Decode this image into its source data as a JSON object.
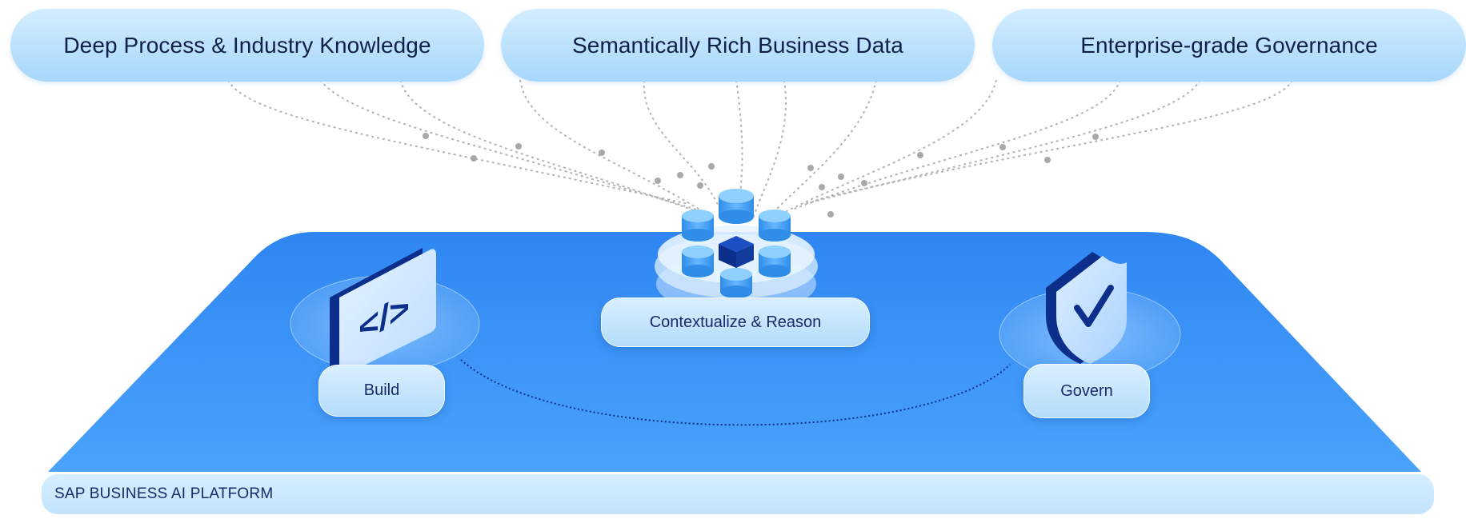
{
  "pillars": [
    {
      "label": "Deep Process & Industry Knowledge"
    },
    {
      "label": "Semantically Rich Business Data"
    },
    {
      "label": "Enterprise-grade Governance"
    }
  ],
  "capabilities": {
    "build": "Build",
    "contextualize": "Contextualize & Reason",
    "govern": "Govern"
  },
  "platform": {
    "label": "SAP BUSINESS AI PLATFORM"
  },
  "colors": {
    "platform_blue": "#3b8ff5",
    "pill_light": "#a6d7fb",
    "text_navy": "#1b2a6a",
    "icon_navy": "#0d2f8c"
  }
}
